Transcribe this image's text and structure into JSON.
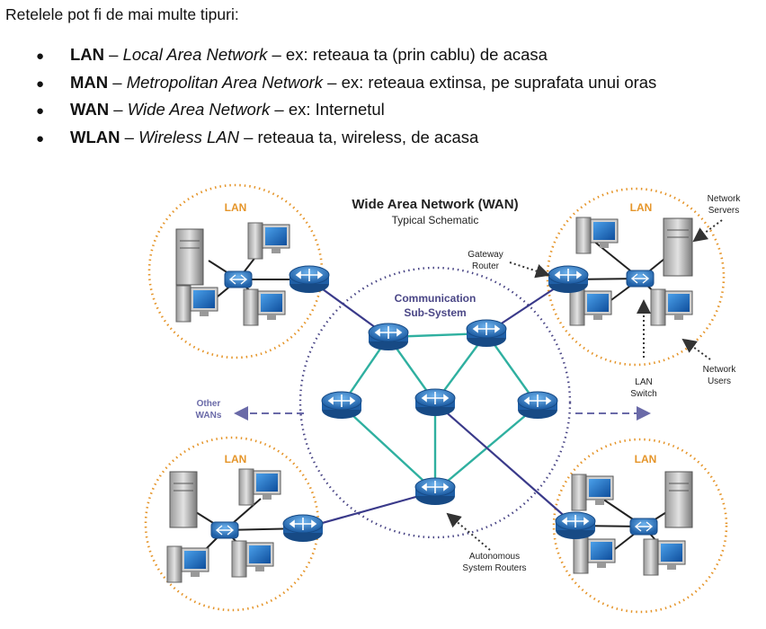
{
  "intro": "Retelele pot fi de mai multe tipuri:",
  "types": [
    {
      "abbr": "LAN",
      "sep1": " – ",
      "full": "Local Area Network",
      "desc": " – ex: reteaua ta (prin cablu) de acasa"
    },
    {
      "abbr": "MAN",
      "sep1": " – ",
      "full": "Metropolitan Area Network",
      "desc": " – ex: reteaua extinsa, pe suprafata unui oras"
    },
    {
      "abbr": "WAN",
      "sep1": " – ",
      "full": "Wide Area Network",
      "desc": " – ex: Internetul"
    },
    {
      "abbr": "WLAN",
      "sep1": " – ",
      "full": "Wireless LAN",
      "desc": " – reteaua ta, wireless, de acasa"
    }
  ],
  "bullet": "●",
  "diagram": {
    "title": "Wide Area Network (WAN)",
    "subtitle": "Typical Schematic",
    "lan_label": "LAN",
    "comm_line1": "Communication",
    "comm_line2": "Sub-System",
    "gateway_line1": "Gateway",
    "gateway_line2": "Router",
    "servers_line1": "Network",
    "servers_line2": "Servers",
    "users_line1": "Network",
    "users_line2": "Users",
    "switch_line1": "LAN",
    "switch_line2": "Switch",
    "other_line1": "Other",
    "other_line2": "WANs",
    "asr_line1": "Autonomous",
    "asr_line2": "System Routers",
    "colors": {
      "lan_circle": "#e5952a",
      "comm_circle": "#4a4686",
      "router": "#2b73b8",
      "link": "#2fb0a0",
      "wire": "#3a3a8a"
    }
  }
}
